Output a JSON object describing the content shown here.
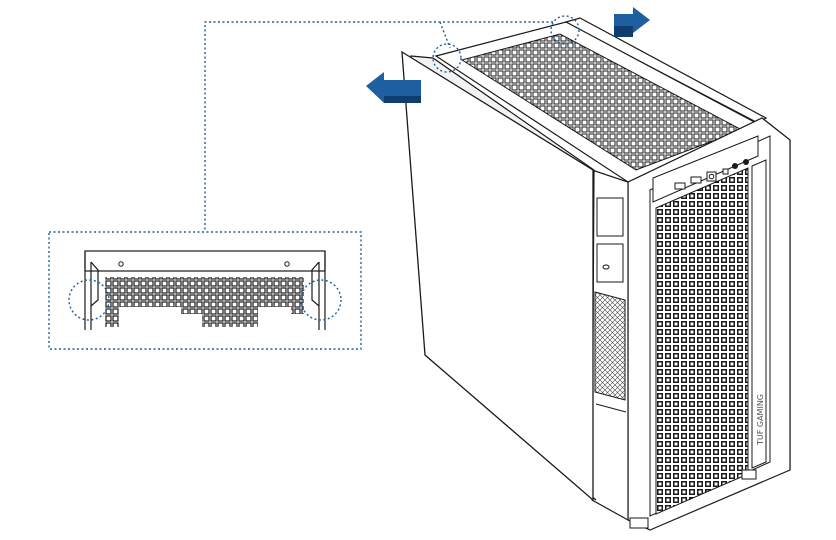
{
  "diagram": {
    "subject": "tower-pc-case-side-panel-removal",
    "case_logo_text": "TUF GAMING",
    "colors": {
      "line": "#1a1a1a",
      "arrow": "#1d5fa0",
      "callout": "#1d5fa0",
      "panel_fill": "#ffffff",
      "case_shade": "#f4f4f4"
    },
    "icons": [
      "arrow-left-icon",
      "arrow-right-icon"
    ],
    "front_io_ports": [
      "usb-a",
      "usb-a",
      "power",
      "led",
      "audio",
      "mic"
    ]
  }
}
